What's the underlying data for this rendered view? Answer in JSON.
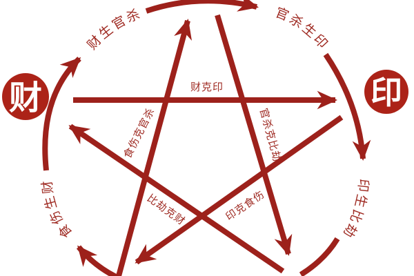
{
  "diagram": {
    "kind": "bazi-ten-gods-cycle",
    "nodes": [
      {
        "id": "wealth",
        "label": "财"
      },
      {
        "id": "seal",
        "label": "印"
      }
    ],
    "generating_arcs": [
      {
        "id": "wealth-generates-officer",
        "label": "财生官杀"
      },
      {
        "id": "officer-generates-seal",
        "label": "官杀生印"
      },
      {
        "id": "seal-generates-peer",
        "label": "印生比劫"
      },
      {
        "id": "output-generates-wealth",
        "label": "食伤生财"
      }
    ],
    "overcoming_lines": [
      {
        "id": "wealth-overcomes-seal",
        "label": "财克印"
      },
      {
        "id": "output-overcomes-officer",
        "label": "食伤克官杀"
      },
      {
        "id": "officer-overcomes-peer",
        "label": "官杀克比劫"
      },
      {
        "id": "peer-overcomes-wealth",
        "label": "比劫克财"
      },
      {
        "id": "seal-overcomes-output",
        "label": "印克食伤"
      }
    ],
    "colors": {
      "stroke": "#9d211b",
      "node_fill": "#ac2318",
      "label_text": "#9f2b23",
      "node_text": "#ffffff",
      "background": "#ffffff"
    }
  }
}
